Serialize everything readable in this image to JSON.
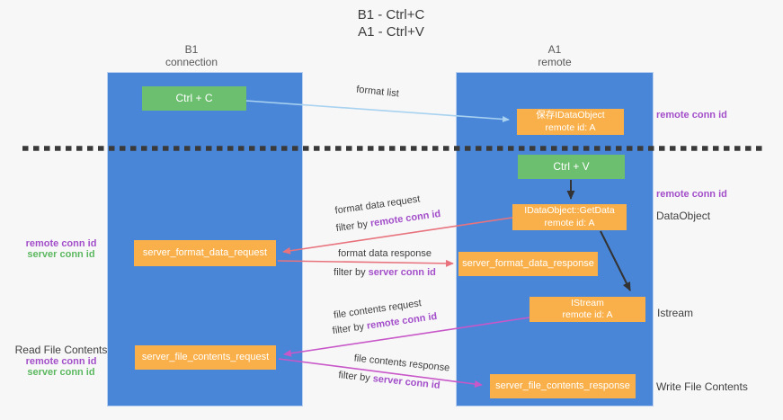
{
  "title": {
    "line1": "B1 - Ctrl+C",
    "line2": "A1 - Ctrl+V"
  },
  "lifelines": {
    "left": {
      "name": "B1",
      "role": "connection"
    },
    "right": {
      "name": "A1",
      "role": "remote"
    }
  },
  "nodes": {
    "ctrl_c": "Ctrl + C",
    "save_idataobject_line1": "保存IDataObject",
    "save_idataobject_line2": "remote id: A",
    "ctrl_v": "Ctrl + V",
    "getdata_line1": "IDataObject::GetData",
    "getdata_line2": "remote id: A",
    "format_request": "server_format_data_request",
    "format_response": "server_format_data_response",
    "istream_line1": "IStream",
    "istream_line2": "remote id: A",
    "file_request": "server_file_contents_request",
    "file_response": "server_file_contents_response"
  },
  "arrow_labels": {
    "format_list": "format list",
    "format_data_request": "format data request",
    "filter_remote_1_prefix": "filter by ",
    "filter_remote_1_term": "remote conn id",
    "format_data_response": "format data response",
    "filter_server_1_prefix": "filter by ",
    "filter_server_1_term": "server conn id",
    "file_contents_request": "file contents request",
    "filter_remote_2_prefix": "filter by ",
    "filter_remote_2_term": "remote conn id",
    "file_contents_response": "file contents response",
    "filter_server_2_prefix": "filter by ",
    "filter_server_2_term": "server conn id"
  },
  "side_labels": {
    "right_remote_conn_1": "remote conn id",
    "right_remote_conn_2": "remote conn id",
    "right_dataobject": "DataObject",
    "right_istream": "Istream",
    "right_write_file": "Write File Contents",
    "left_remote_conn_1": "remote conn id",
    "left_server_conn_1": "server conn id",
    "left_read_file": "Read File Contents",
    "left_remote_conn_2": "remote conn id",
    "left_server_conn_2": "server conn id"
  },
  "colors": {
    "background": "#f7f7f8",
    "column_blue": "#4a86d8",
    "box_green": "#6dbf70",
    "box_orange": "#f9b04a",
    "purple_text": "#a34fc9",
    "green_text": "#5cb85f",
    "arrow_light_blue": "#a8d2f0",
    "arrow_salmon": "#e8737d",
    "arrow_magenta": "#c857c8",
    "arrow_black": "#333333",
    "dashed_line": "#3a3a3a",
    "text_dark": "#404040"
  }
}
